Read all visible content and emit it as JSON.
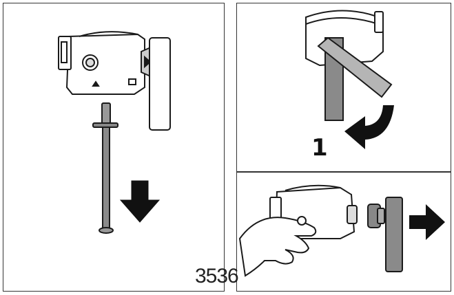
{
  "panels": {
    "left": {
      "name": "panel-remove-pin"
    },
    "top_right": {
      "name": "panel-rotate",
      "step_label": "1"
    },
    "bottom_right": {
      "name": "panel-pull-out"
    }
  },
  "figure_id": "3536",
  "colors": {
    "line": "#1a1a1a",
    "fill_dark": "#8a8a8a",
    "fill_mid": "#b5b5b5",
    "arrow": "#111111"
  }
}
